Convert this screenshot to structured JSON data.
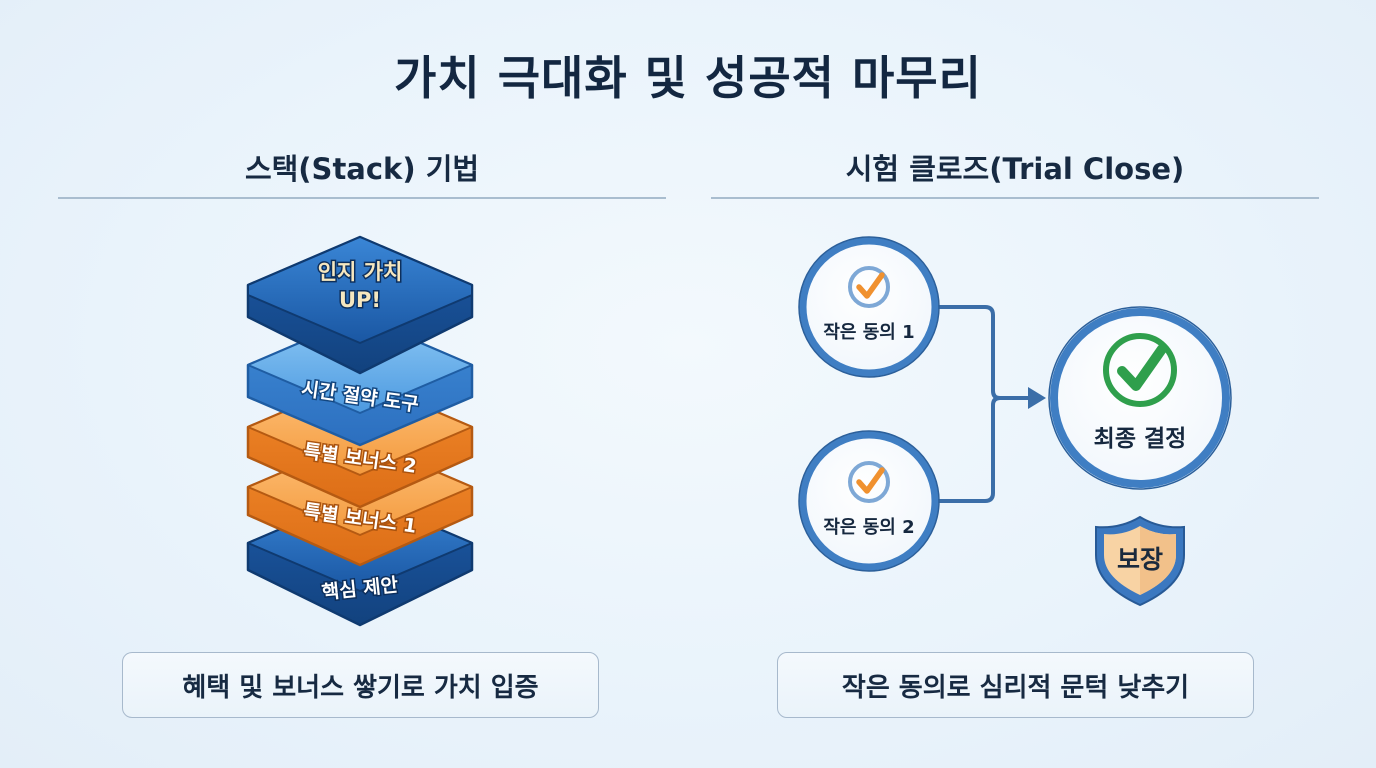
{
  "title": "가치 극대화 및 성공적 마무리",
  "left": {
    "heading": "스택(Stack) 기법",
    "layers": [
      {
        "label": "인지 가치",
        "label2": "UP!",
        "kind": "top",
        "color": "#1f64b5"
      },
      {
        "label": "시간 절약 도구",
        "kind": "light-blue",
        "color": "#4a9be0"
      },
      {
        "label": "특별 보너스 2",
        "kind": "orange",
        "color": "#f08a2c"
      },
      {
        "label": "특별 보너스 1",
        "kind": "orange",
        "color": "#f08a2c"
      },
      {
        "label": "핵심 제안",
        "kind": "base",
        "color": "#1d5ead"
      }
    ],
    "caption": "혜택 및 보너스 쌓기로 가치 입증"
  },
  "right": {
    "heading": "시험 클로즈(Trial Close)",
    "small_agreements": [
      {
        "label": "작은 동의 1",
        "icon": "orange-check-icon"
      },
      {
        "label": "작은 동의 2",
        "icon": "orange-check-icon"
      }
    ],
    "final": {
      "label": "최종 결정",
      "icon": "green-check-icon"
    },
    "guarantee": {
      "label": "보장",
      "icon": "shield-icon"
    },
    "caption": "작은 동의로 심리적 문턱 낮추기"
  },
  "colors": {
    "accent_blue": "#2f6fb4",
    "orange": "#f08a2c",
    "green": "#2e9e4a",
    "text": "#132741"
  }
}
